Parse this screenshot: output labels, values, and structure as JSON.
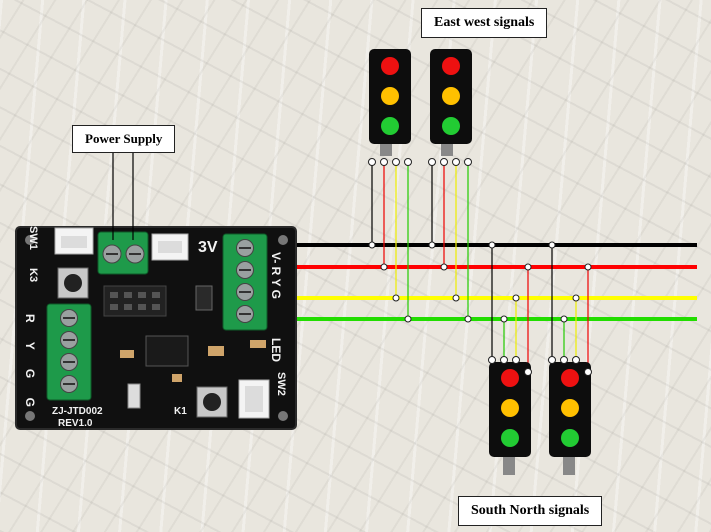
{
  "labels": {
    "power_supply": "Power Supply",
    "east_west": "East west signals",
    "south_north": "South North signals"
  },
  "board": {
    "voltage": "3V",
    "model": "ZJ-JTD002",
    "revision": "REV1.0",
    "output_pins": "V- R Y G",
    "led_label": "LED",
    "sw1": "SW1",
    "sw2": "SW2",
    "k3": "K3",
    "k1": "K1",
    "left_pins": "R Y G G"
  },
  "wires": {
    "black": "#000000",
    "red": "#ff0000",
    "yellow": "#ffff00",
    "green": "#22dd00"
  },
  "lamps": {
    "red": "#ee1111",
    "yellow": "#ffc000",
    "green": "#22cc33"
  }
}
